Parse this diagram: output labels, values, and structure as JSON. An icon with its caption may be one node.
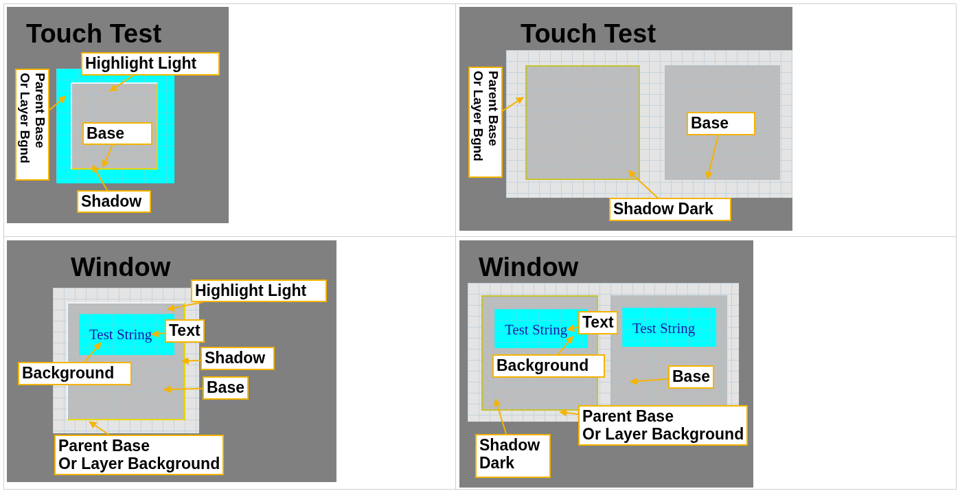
{
  "diagram": {
    "nodes": [
      {
        "text": [
          "Touch Test"
        ]
      },
      {
        "text": [],
        "shape": "box",
        "in": 0
      },
      {
        "text": [],
        "shape": "box",
        "in": 1
      },
      {
        "text": [
          "Parent Base Or Layer Bgnd"
        ],
        "in": 0
      },
      {
        "text": [
          "Highlight Light"
        ],
        "in": 0
      },
      {
        "text": [
          "Base"
        ],
        "in": 2
      },
      {
        "text": [
          "Shadow"
        ],
        "in": 0
      },
      {
        "text": [
          "Touch Test"
        ]
      },
      {
        "text": [],
        "shape": "box",
        "in": 7
      },
      {
        "text": [],
        "shape": "box",
        "in": 8
      },
      {
        "text": [],
        "shape": "box",
        "in": 8
      },
      {
        "text": [
          "Parent Base Or Layer Bgnd"
        ],
        "in": 7
      },
      {
        "text": [
          "Base"
        ],
        "in": 10
      },
      {
        "text": [
          "Shadow Dark"
        ],
        "in": 7
      },
      {
        "text": [
          "Window"
        ]
      },
      {
        "text": [],
        "shape": "box",
        "in": 14
      },
      {
        "text": [],
        "shape": "box",
        "in": 15
      },
      {
        "text": [],
        "shape": "box",
        "in": 16
      },
      {
        "text": [
          "Test String"
        ],
        "in": 17
      },
      {
        "text": [
          "Highlight Light"
        ],
        "in": 14
      },
      {
        "text": [
          "Text"
        ],
        "in": 14
      },
      {
        "text": [
          "Background"
        ],
        "in": 14
      },
      {
        "text": [
          "Shadow"
        ],
        "in": 14
      },
      {
        "text": [
          "Base"
        ],
        "in": 14
      },
      {
        "text": [
          "Parent Base Or Layer Background"
        ],
        "in": 14
      },
      {
        "text": [
          "Window"
        ]
      },
      {
        "text": [],
        "shape": "box",
        "in": 25
      },
      {
        "text": [],
        "shape": "box",
        "in": 26
      },
      {
        "text": [],
        "shape": "box",
        "in": 27
      },
      {
        "text": [
          "Test String"
        ],
        "in": 28
      },
      {
        "text": [],
        "shape": "box",
        "in": 26
      },
      {
        "text": [],
        "shape": "box",
        "in": 30
      },
      {
        "text": [
          "Test String"
        ],
        "in": 31
      },
      {
        "text": [
          "Text"
        ],
        "in": 26
      },
      {
        "text": [
          "Background"
        ],
        "in": 27
      },
      {
        "text": [
          "Base"
        ],
        "in": 30
      },
      {
        "text": [
          "Parent Base Or Layer Background"
        ],
        "in": 25
      },
      {
        "text": [
          "Shadow Dark"
        ],
        "in": 25
      }
    ],
    "edges": [
      {
        "from": 3,
        "to": 1,
        "arrow": "to"
      },
      {
        "from": 4,
        "to": 2,
        "arrow": "to"
      },
      {
        "from": 5,
        "to": 2,
        "arrow": "to"
      },
      {
        "from": 6,
        "to": 2,
        "arrow": "to"
      },
      {
        "from": 11,
        "to": 8,
        "arrow": "to"
      },
      {
        "from": 12,
        "to": 10,
        "arrow": "to"
      },
      {
        "from": 13,
        "to": 9,
        "arrow": "to"
      },
      {
        "from": 19,
        "to": 16,
        "arrow": "to"
      },
      {
        "from": 20,
        "to": 18,
        "arrow": "to"
      },
      {
        "from": 21,
        "to": 17,
        "arrow": "to"
      },
      {
        "from": 22,
        "to": 16,
        "arrow": "to"
      },
      {
        "from": 23,
        "to": 16,
        "arrow": "to"
      },
      {
        "from": 24,
        "to": 15,
        "arrow": "to"
      },
      {
        "from": 33,
        "to": 29,
        "arrow": "to"
      },
      {
        "from": 34,
        "to": 28,
        "arrow": "to"
      },
      {
        "from": 35,
        "to": 30,
        "arrow": "to"
      },
      {
        "from": 36,
        "to": 26,
        "arrow": "to"
      },
      {
        "from": 37,
        "to": 27,
        "arrow": "to"
      }
    ]
  }
}
